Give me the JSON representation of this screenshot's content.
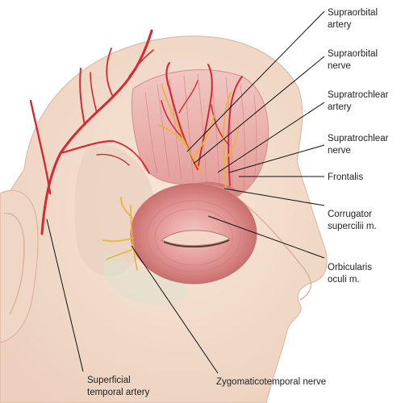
{
  "labels": {
    "supraorbital_artery": [
      "Supraorbital",
      "artery"
    ],
    "supraorbital_nerve": [
      "Supraorbital",
      "nerve"
    ],
    "supratrochlear_artery": [
      "Supratrochlear",
      "artery"
    ],
    "supratrochlear_nerve": [
      "Supratrochlear",
      "nerve"
    ],
    "frontalis": [
      "Frontalis"
    ],
    "corrugator": [
      "Corrugator",
      "supercilii m."
    ],
    "orbicularis": [
      "Orbicularis",
      "oculi m."
    ],
    "zygomaticotemporal": [
      "Zygomaticotemporal nerve"
    ],
    "superficial_temporal": [
      "Superficial",
      "temporal artery"
    ]
  },
  "colors": {
    "skin": "#f4e0d0",
    "skin_shadow": "#e8c9b4",
    "muscle": "#e7a6a2",
    "muscle_dark": "#d17d7c",
    "artery": "#d42a33",
    "nerve": "#e8b43a",
    "leader": "#111111"
  }
}
